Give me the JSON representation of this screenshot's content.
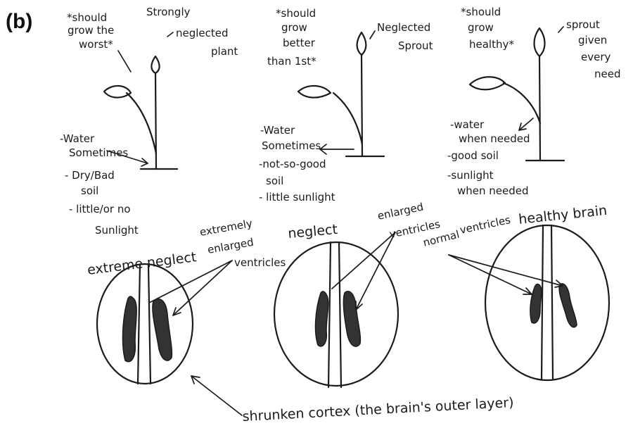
{
  "panel_label": "(b)",
  "plants": [
    {
      "note": [
        "*should",
        "grow the",
        "worst*"
      ],
      "label": [
        "Strongly",
        "neglected",
        "plant"
      ],
      "care": [
        "-Water",
        "Sometimes",
        "- Dry/Bad",
        "soil",
        "- little/or no",
        "Sunlight"
      ]
    },
    {
      "note": [
        "*should",
        "grow",
        "better",
        "than 1st*"
      ],
      "label": [
        "Neglected",
        "Sprout"
      ],
      "care": [
        "-Water",
        "Sometimes",
        "-not-so-good",
        "soil",
        "- little sunlight"
      ]
    },
    {
      "note": [
        "*should",
        "grow",
        "healthy*"
      ],
      "label": [
        "sprout",
        "given",
        "every",
        "need"
      ],
      "care": [
        "-water",
        "when needed",
        "-good soil",
        "-sunlight",
        "when needed"
      ]
    }
  ],
  "brains": [
    {
      "title": "extreme neglect",
      "annotation": [
        "extremely",
        "enlarged",
        "ventricles"
      ]
    },
    {
      "title": "neglect",
      "annotation": [
        "enlarged",
        "ventricles"
      ]
    },
    {
      "title": "healthy brain",
      "annotation": [
        "normal",
        "ventricles"
      ]
    }
  ],
  "footer_annotation": "shrunken cortex (the brain's outer layer)"
}
